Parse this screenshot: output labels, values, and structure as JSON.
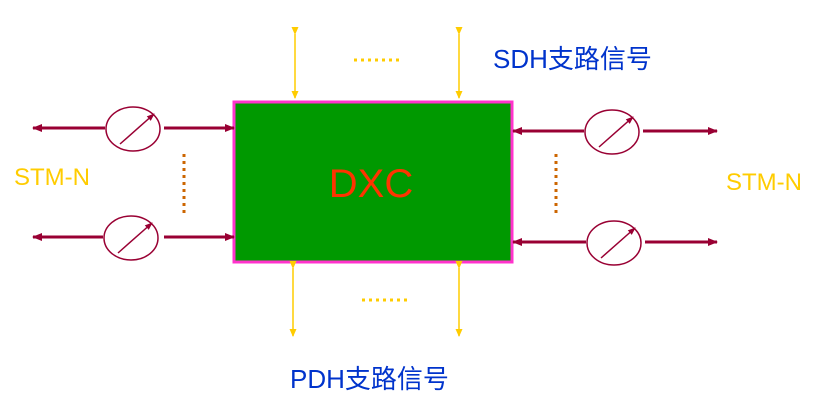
{
  "labels": {
    "dxc": "DXC",
    "stm_left": "STM-N",
    "stm_right": "STM-N",
    "sdh": "SDH支路信号",
    "pdh": "PDH支路信号"
  },
  "colors": {
    "box_fill": "#009900",
    "box_border": "#ff33cc",
    "dxc_text": "#ff3300",
    "stm_text": "#ffcc00",
    "tributary_text": "#0033cc",
    "arrow_red": "#990033",
    "arrow_yellow": "#ffcc00",
    "dots_brown": "#cc6600",
    "dots_yellow": "#ffcc00"
  },
  "icons": {
    "port": "rotating-arrow-port-icon"
  }
}
